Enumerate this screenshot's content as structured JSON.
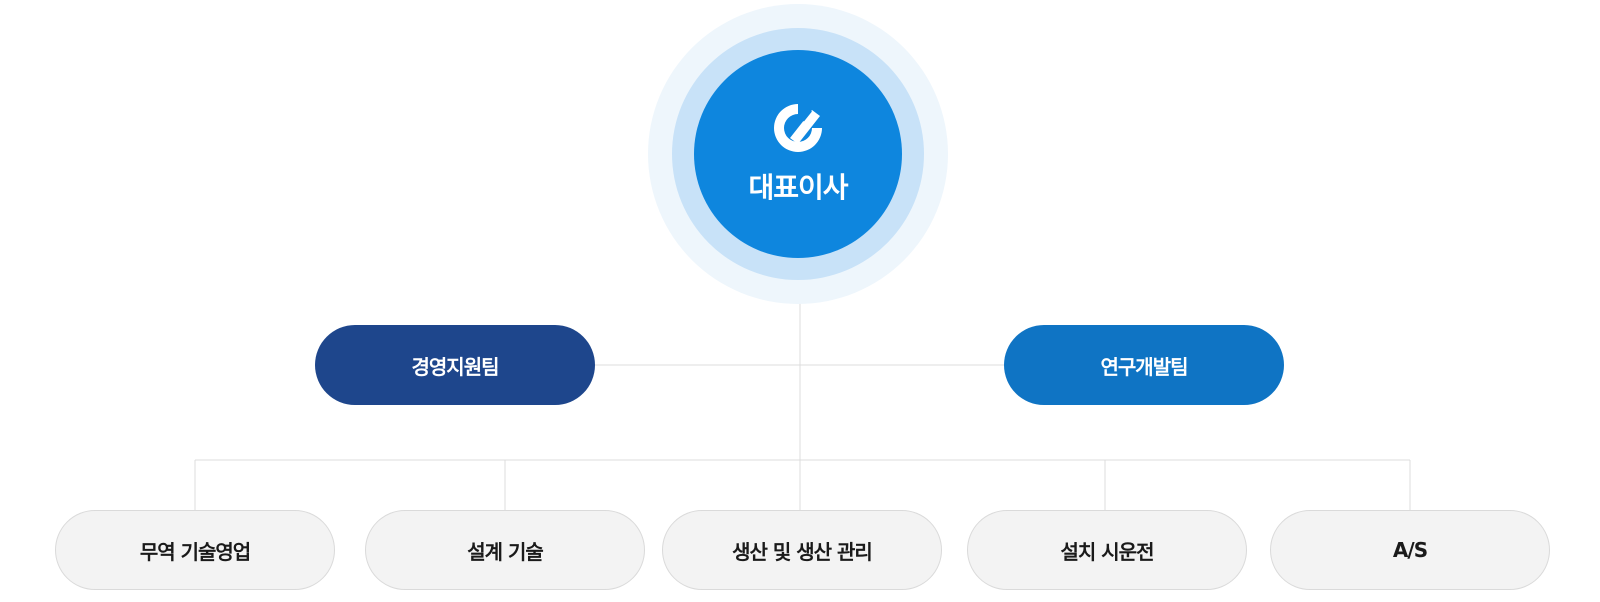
{
  "ceo": {
    "label": "대표이사",
    "logo_icon": "company-logo-icon",
    "color": "#0e86de"
  },
  "teams": [
    {
      "label": "경영지원팀",
      "color": "#1e468c"
    },
    {
      "label": "연구개발팀",
      "color": "#0f74c4"
    }
  ],
  "departments": [
    {
      "label": "무역 기술영업"
    },
    {
      "label": "설계 기술"
    },
    {
      "label": "생산 및 생산 관리"
    },
    {
      "label": "설치 시운전"
    },
    {
      "label": "A/S"
    }
  ]
}
